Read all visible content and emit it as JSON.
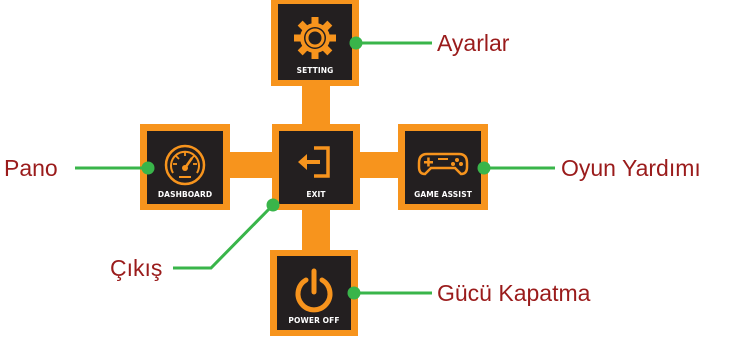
{
  "colors": {
    "accent": "#f7941d",
    "tile_bg": "#231f20",
    "connector": "#39b54a",
    "callout_text": "#9a1b1b",
    "icon": "#f7941d"
  },
  "tiles": {
    "setting": {
      "label": "SETTING",
      "icon": "gear-icon"
    },
    "dashboard": {
      "label": "DASHBOARD",
      "icon": "speedometer-icon"
    },
    "exit": {
      "label": "EXIT",
      "icon": "exit-icon"
    },
    "game_assist": {
      "label": "GAME ASSIST",
      "icon": "gamepad-icon"
    },
    "power_off": {
      "label": "POWER OFF",
      "icon": "power-icon"
    }
  },
  "callouts": {
    "setting": "Ayarlar",
    "dashboard": "Pano",
    "exit": "Çıkış",
    "game_assist": "Oyun Yardımı",
    "power_off": "Gücü Kapatma"
  }
}
